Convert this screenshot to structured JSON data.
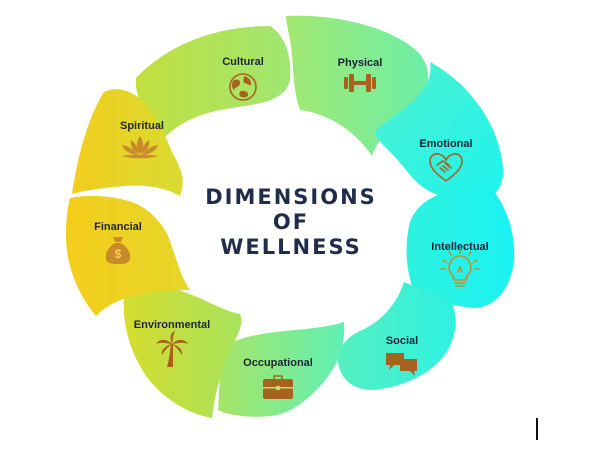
{
  "title": {
    "lines": [
      "DIMENSIONS",
      "OF",
      "WELLNESS"
    ]
  },
  "dimensions": [
    {
      "label": "Cultural",
      "icon": "globe-icon"
    },
    {
      "label": "Physical",
      "icon": "dumbbell-icon"
    },
    {
      "label": "Emotional",
      "icon": "heart-handshake-icon"
    },
    {
      "label": "Intellectual",
      "icon": "lightbulb-icon"
    },
    {
      "label": "Social",
      "icon": "chat-bubbles-icon"
    },
    {
      "label": "Occupational",
      "icon": "briefcase-icon"
    },
    {
      "label": "Environmental",
      "icon": "palm-tree-icon"
    },
    {
      "label": "Financial",
      "icon": "money-bag-icon"
    },
    {
      "label": "Spiritual",
      "icon": "lotus-icon"
    }
  ],
  "colors": {
    "yellow": "#f4cf1c",
    "lime": "#c8e03c",
    "green": "#8fe882",
    "aqua": "#3ff0e0",
    "cyan": "#1cf2f2",
    "title": "#1f2c4a",
    "icon_gold": "#c98b2a",
    "icon_brown": "#a8621f"
  }
}
